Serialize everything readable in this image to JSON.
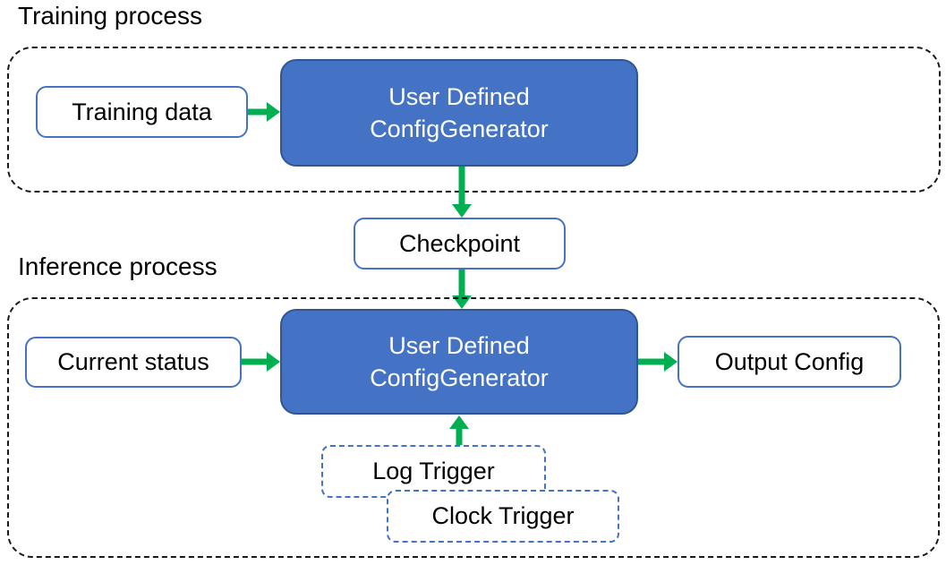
{
  "colors": {
    "node_blue": "#4472C4",
    "node_blue_border": "#2F5597",
    "light_box_border": "#4472C4",
    "arrow_green": "#00B050",
    "boundary_black": "#1a1a1a",
    "text_black": "#000000",
    "text_white": "#ffffff"
  },
  "training": {
    "section_label": "Training process",
    "input_node": "Training data",
    "generator_line1": "User Defined",
    "generator_line2": "ConfigGenerator"
  },
  "checkpoint": {
    "label": "Checkpoint"
  },
  "inference": {
    "section_label": "Inference process",
    "input_node": "Current status",
    "generator_line1": "User Defined",
    "generator_line2": "ConfigGenerator",
    "output_node": "Output Config",
    "trigger_nodes": {
      "log": "Log Trigger",
      "clock": "Clock Trigger"
    }
  }
}
